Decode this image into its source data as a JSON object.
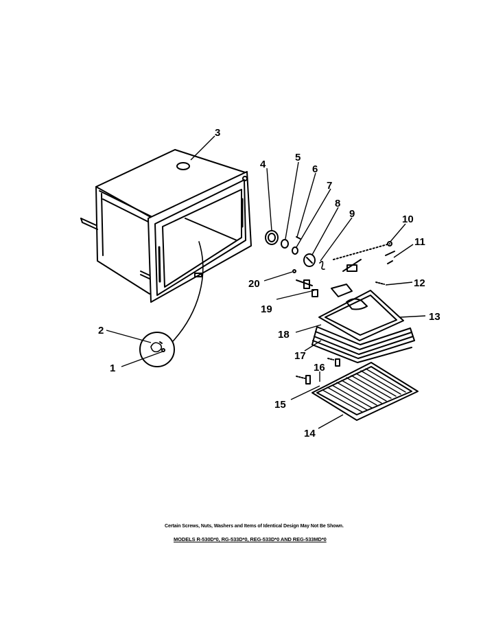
{
  "callouts": {
    "c1": "1",
    "c2": "2",
    "c3": "3",
    "c4": "4",
    "c5": "5",
    "c6": "6",
    "c7": "7",
    "c8": "8",
    "c9": "9",
    "c10": "10",
    "c11": "11",
    "c12": "12",
    "c13": "13",
    "c14": "14",
    "c15": "15",
    "c16": "16",
    "c17": "17",
    "c18": "18",
    "c19": "19",
    "c20": "20"
  },
  "footer": {
    "note": "Certain Screws, Nuts, Washers and Items of Identical Design May Not Be Shown.",
    "models": "MODELS R-530D*0, RG-533D*0, REG-533D*0 AND REG-533MD*0"
  }
}
